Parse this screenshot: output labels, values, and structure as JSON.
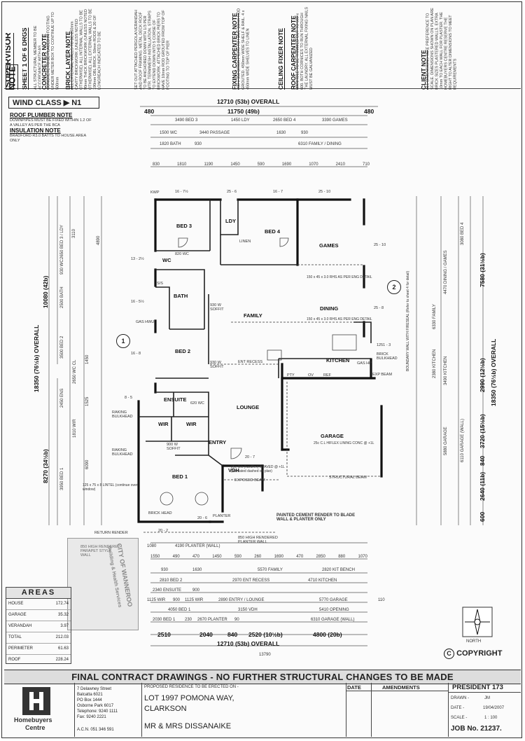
{
  "header_notes": {
    "supervisor_title": "SUPERVISOR NOTE",
    "sheet": "SHEET 1 OF 6 DRGS",
    "sheet_sub": "ALL STRUCTURAL MEMBER TO BE ACCORDANCE WITH AS",
    "concreter_title": "CONCRETER NOTE",
    "concreter_text": "CONCRETE TO BE PLACED IN FOOTING UNDER METER BOX TO CONTINUE UP TO 500mm",
    "bricklayer_title": "BRICK LAYER NOTE",
    "bricklayer_text": "ALL EXTERNAL WALLS TO BE 250mm CAVITY BRICKWORK (UNLESS NOTED OTHERWISE). ALL INTERNAL WALLS TO BE 90mm THICK BRICKWORK (UNLESS NOTED OTHERWISE). ALL EXTERNAL WALLS TO BE 190mm DBL BRICK. 50mm RODS & 20 OF LONGREACH INDICATED TO BE",
    "mid_text": "SET OUT ATTACHED PERGOLA/VERANDAH AND ROOF FRAMING. METAL DECK ROOF TO BE ANCHORED DOWN WITH 1/3 PER MTR. TERMIMESH INSTALLATION. STRAPS TO EXTEND DOWN INTO 5 CORSE OF BRICKWORK. ATTACHED BRICK PIERS TO HAVE 10mm ROD GROUTED FROM TOP OF FOOTING TO TOP OF PIER",
    "fixing_title": "FIXING CARPENTER NOTE",
    "fixing_text": "230 x 350 BRICK PIERS TO HAVE 10mm ROD GROUTED. 450mm WIDE SHELF & RAIL. 4 x 450mm WIDE SHELVES TO LINEN",
    "ceiling_title": "CEILING FIXER NOTE",
    "roof_carpenter_title": "ROOF CARPENTER NOTE",
    "roof_carpenter_text": "MANHOLE TO BE TRIMMED OUT TO 600 x 600. BOTH CORNICES TO RUN THROUGH THE LAUNDRY. ALL EXTERNAL FIXING NAILS MUST BE GALVANIZED",
    "client_title": "CLIENT NOTE",
    "client_text": "ALL DIMENSIONS TAKE PREFERENCE TO SCALE. DIMENSIONS SHOWN ON PLAN ARE BRICK SIZES PLASTERED WALLS. EXTRA 10mm TO EACH WALL FOR PLASTER. THE HOMEBUYERS CENTRE RESERVE THE RIGHT TO ALTER DIMENSIONS TO MEET REQUIREMENTS"
  },
  "wind_class": "WIND CLASS ▶ N1",
  "left_notes": {
    "roof_plumber_title": "ROOF PLUMBER NOTE",
    "roof_plumber_text": "DOWNPIPES MUST BE FIXED WITHIN 1.2 OF A VALLEY AS PER THE BCA",
    "insulation_title": "INSULATION NOTE",
    "insulation_text": "BRADFORD R3.0 BATTS TO HOUSE AREA ONLY"
  },
  "top_dims": {
    "overall": "12710 (53b) OVERALL",
    "inner": "11750 (49b)",
    "left_480": "480",
    "right_480": "480",
    "row1": [
      "3490 BED 3",
      "1450 LDY",
      "2650 BED 4",
      "3390 GAMES"
    ],
    "row2": [
      "1500 WC",
      "3440 PASSAGE",
      "1630",
      "930"
    ],
    "row3": [
      "1820 BATH",
      "930",
      "6310 FAMILY / DINING"
    ],
    "row4": [
      "830",
      "1810",
      "1190",
      "1450",
      "590",
      "1690",
      "1070",
      "2410",
      "710"
    ]
  },
  "rooms": {
    "bed3": "BED 3",
    "ldy": "LDY",
    "linen": "LINEN",
    "bed4": "BED 4",
    "games": "GAMES",
    "wc": "WC",
    "bath": "BATH",
    "ss": "S/S",
    "family": "FAMILY",
    "dining": "DINING",
    "bed2": "BED 2",
    "kitchen": "KITCHEN",
    "ensuite": "ENSUITE",
    "lounge": "LOUNGE",
    "wir": "WIR",
    "wir2": "WIR",
    "entry": "ENTRY",
    "garage": "GARAGE",
    "bed1": "BED 1",
    "vdh": "VDH",
    "planter": "PLANTER",
    "pty": "PTY",
    "ov": "OV",
    "ref": "REF",
    "gas_hw": "GAS HWU",
    "gas_hp": "GAS HP"
  },
  "room_notes": {
    "c16_7_5": "16 - 7½",
    "c25_6": "25 - 6",
    "c16_7": "16 - 7",
    "c25_10": "25 - 10",
    "c25_10b": "25 - 10",
    "c13_25": "13 - 2½",
    "c16_5": "16 - 5½",
    "c16_8": "16 - 8",
    "c25_8": "25 - 8",
    "c20_7": "20 - 7",
    "c20_6": "20 - 6",
    "c20_2": "20 - 2",
    "c8_5": "8 - 5",
    "c1251": "1251 - 3",
    "rhs1": "150 x 45 x 3.0 RHS AS PER ENG DETAIL",
    "rhs2": "150 x 45 x 3.0 RHS AS PER ENG DETAIL",
    "ent_recess": "ENT RECESS",
    "garage_note": "25c C.L HIFLEX LINING CONC @ +1L",
    "boundary": "BOUNDARY WALL WITH FIRESEAL (Refer to sheet 4 for detail)",
    "structural_beam": "STRUCTURAL BEAM",
    "exposed_beam": "EXPOSED BEAM",
    "vdh_note": "25c C.L (hardflex) BPAVED @ +1L (indicated dashed on plan)",
    "painted": "PAINTED CEMENT RENDER TO BLADE WALL & PLANTER ONLY",
    "raking1": "RAKING BULKHEAD",
    "raking2": "RAKING BULKHEAD",
    "lintel": "125 x 75 x 8 LINTEL (continue over window)",
    "brick_head": "BRICK HEAD",
    "return_render": "RETURN RENDER",
    "high_render": "850 HIGH RENDERED PARAPET STYLE WALL",
    "high_render2": "850 HIGH RENDERED PLANTER WALL",
    "brick_bulkhead": "BRICK BULKHEAD",
    "exp_beam": "EXP BEAM",
    "soffit1": "930 W SOFFIT",
    "soffit2": "930 W SOFFIT",
    "soffit3": "900 W SOFFIT",
    "wc_820": "820 WC",
    "wc_820b": "620 WC",
    "kwp": "KWP"
  },
  "grid_markers": [
    "1",
    "2"
  ],
  "left_dims": {
    "overall": "18350 (76½b) OVERALL",
    "mid": "10080 (42b)",
    "lower": "8270 (34½b)",
    "items": [
      "3110",
      "2650 BED 3 / LDY",
      "930 WC",
      "2500 BATH",
      "3500 BED 2",
      "2650 WC CL",
      "1525",
      "2450 ENS",
      "1810 WIR",
      "6090",
      "3950 BED 1",
      "1450",
      "4890"
    ]
  },
  "right_dims": {
    "overall": "18350 (76½b) OVERALL",
    "top": "7580 (31½b)",
    "v2990": "2990 (12½b)",
    "v3720": "3720 (15½b)",
    "v840": "840",
    "v2640": "2640 (11b)",
    "v600": "600",
    "items": [
      "3080 BED 4",
      "4470 DINING / GAMES",
      "6330 FAMILY",
      "3490 KITCHEN",
      "2380 KITCHEN",
      "5880 GARAGE",
      "6110 GARAGE (WALL)"
    ]
  },
  "bottom_dims": {
    "row1": [
      "1080",
      "4190 PLANTER (WALL)"
    ],
    "row2": [
      "1550",
      "490",
      "470",
      "1450",
      "590",
      "260",
      "1690",
      "470",
      "2850",
      "880",
      "1070"
    ],
    "row3": [
      "930",
      "1630",
      "5570 FAMILY",
      "2820 KIT BENCH"
    ],
    "row4": [
      "2810 BED 2",
      "2970 ENT RECESS",
      "4710 KITCHEN"
    ],
    "row5": [
      "2340 ENSUITE",
      "900"
    ],
    "row6": [
      "1125 WIR",
      "900",
      "1125 WIR",
      "2890 ENTRY / LOUNGE",
      "5770 GARAGE",
      "110"
    ],
    "row7": [
      "4050 BED 1",
      "3150 VDH",
      "5410 OPENING"
    ],
    "row8": [
      "2030 BED 1",
      "230",
      "2670 PLANTER",
      "90",
      "6310 GARAGE (WALL)"
    ],
    "major": [
      "2510",
      "2040",
      "840",
      "2520 (10½b)",
      "4800 (20b)"
    ],
    "overall": "12710 (53b) OVERALL",
    "extra": "13790"
  },
  "stamp": {
    "line1": "CITY OF WANNEROO",
    "line2": "Building & Health Services"
  },
  "areas": {
    "title": "AREAS",
    "rows": [
      {
        "label": "HOUSE",
        "value": "172.74"
      },
      {
        "label": "GARAGE",
        "value": "35.32"
      },
      {
        "label": "VERANDAH",
        "value": "3.97"
      },
      {
        "label": "TOTAL",
        "value": "212.03"
      },
      {
        "label": "PERIMETER",
        "value": "61.63"
      },
      {
        "label": "ROOF",
        "value": "228.24"
      }
    ]
  },
  "north_label": "NORTH",
  "copyright": "COPYRIGHT",
  "copyright_symbol": "C",
  "banner": "FINAL CONTRACT DRAWINGS - NO FURTHER STRUCTURAL CHANGES TO BE MADE",
  "title_block": {
    "company": {
      "address": [
        "7 Delawney Street",
        "Balcatta 6021",
        "PO Box 1444",
        "Osborne Park 6017",
        "Telephone: 9240 1111",
        "Fax: 9240 2221"
      ],
      "acn": "A.C.N. 051 346 591",
      "logo_line1": "Homebuyers",
      "logo_line2": "Centre"
    },
    "proposed_label": "PROPOSED RESIDENCE TO BE ERECTED ON -",
    "lot": "LOT 1997 POMONA WAY,",
    "suburb": "CLARKSON",
    "client": "MR & MRS DISSANAIKE",
    "date_head": "DATE",
    "amendments_head": "AMENDMENTS",
    "plan": "PRESIDENT 173",
    "drawn_label": "DRAWN -",
    "drawn": "JM",
    "date_label": "DATE -",
    "date": "19/04/2007",
    "scale_label": "SCALE -",
    "scale": "1 : 100",
    "job": "JOB No.  21237."
  }
}
